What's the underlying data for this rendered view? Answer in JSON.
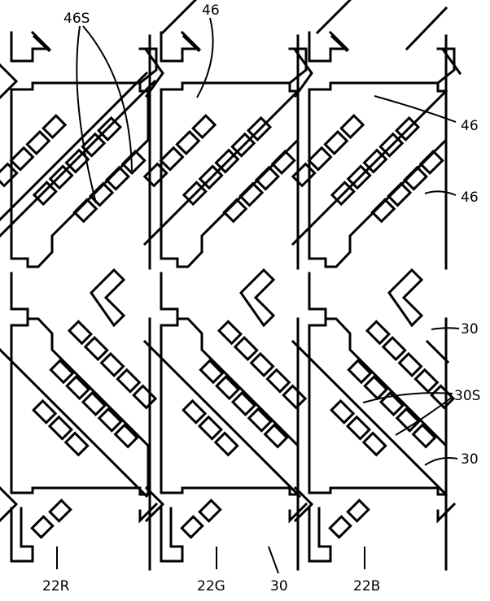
{
  "labels": {
    "l46S": "46S",
    "l46_top": "46",
    "l46_r1": "46",
    "l46_r2": "46",
    "l30_r1": "30",
    "l30S": "30S",
    "l30_r2": "30",
    "l22R": "22R",
    "l22G": "22G",
    "l30_bottom": "30",
    "l22B": "22B"
  }
}
